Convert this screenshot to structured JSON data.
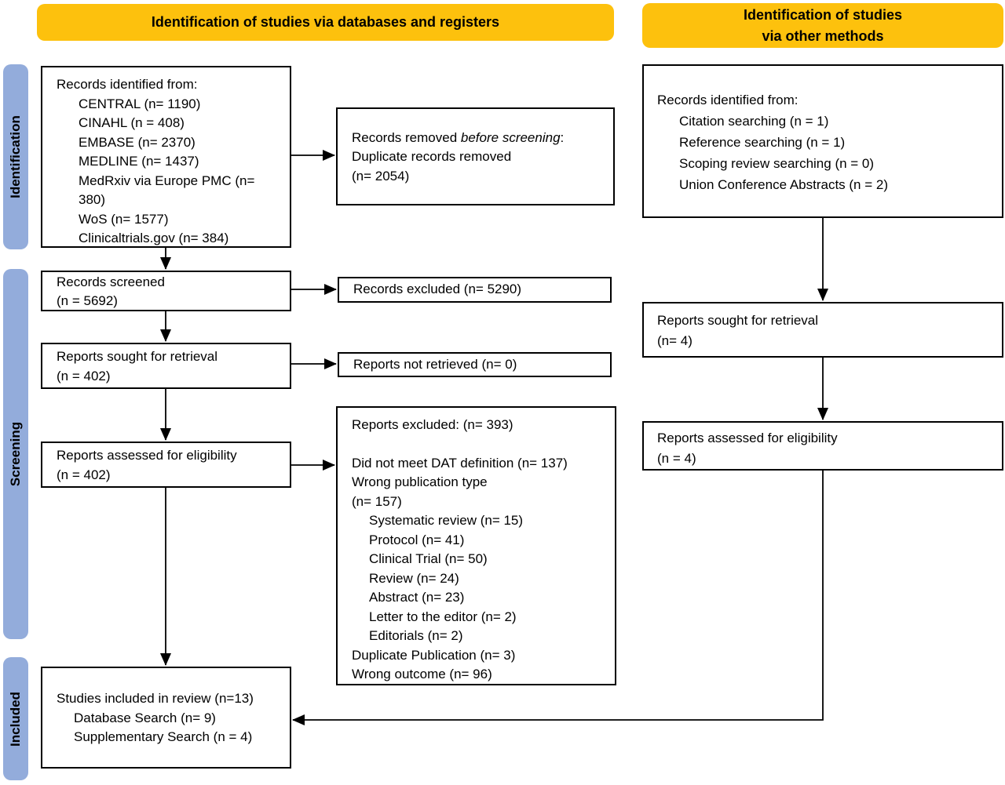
{
  "headers": {
    "databases": "Identification of studies via databases and registers",
    "other_line1": "Identification of studies",
    "other_line2": "via other methods"
  },
  "sidebar": {
    "identification": "Identification",
    "screening": "Screening",
    "included": "Included"
  },
  "boxes": {
    "records_identified_db": {
      "title": "Records identified from:",
      "items": [
        "CENTRAL (n= 1190)",
        "CINAHL (n = 408)",
        "EMBASE (n= 2370)",
        "MEDLINE (n= 1437)",
        "MedRxiv via Europe PMC (n= 380)",
        "WoS (n= 1577)",
        "Clinicaltrials.gov (n= 384)"
      ]
    },
    "records_removed": {
      "line1_prefix": "Records removed ",
      "line1_italic": "before screening",
      "line1_suffix": ":",
      "line2": "Duplicate records removed",
      "line3": "(n= 2054)"
    },
    "records_screened": {
      "line1": "Records screened",
      "line2": "(n = 5692)"
    },
    "records_excluded": {
      "text": "Records excluded (n= 5290)"
    },
    "reports_sought_db": {
      "line1": "Reports sought for retrieval",
      "line2": "(n = 402)"
    },
    "reports_not_retrieved": {
      "text": "Reports not retrieved (n= 0)"
    },
    "reports_assessed_db": {
      "line1": "Reports assessed for eligibility",
      "line2": "(n = 402)"
    },
    "reports_excluded": {
      "title": "Reports excluded: (n= 393)",
      "lines": [
        "Did not meet DAT definition (n= 137)",
        "Wrong publication type",
        "(n= 157)",
        "Systematic review (n= 15)",
        "Protocol (n= 41)",
        "Clinical Trial (n= 50)",
        "Review (n= 24)",
        "Abstract (n= 23)",
        "Letter to the editor (n= 2)",
        "Editorials (n= 2)",
        "Duplicate Publication (n= 3)",
        "Wrong outcome (n= 96)"
      ]
    },
    "records_identified_other": {
      "title": "Records identified from:",
      "items": [
        "Citation searching (n = 1)",
        "Reference searching (n = 1)",
        "Scoping review searching (n = 0)",
        "Union Conference Abstracts (n = 2)"
      ]
    },
    "reports_sought_other": {
      "line1": "Reports sought for retrieval",
      "line2": "(n= 4)"
    },
    "reports_assessed_other": {
      "line1": "Reports assessed for eligibility",
      "line2": "(n = 4)"
    },
    "studies_included": {
      "line1": "Studies included in review (n=13)",
      "items": [
        "Database Search (n= 9)",
        "Supplementary Search (n = 4)"
      ]
    }
  },
  "colors": {
    "header_yellow": "#fdc10d",
    "sidebar_blue": "#93acdb",
    "line_black": "#000000"
  }
}
